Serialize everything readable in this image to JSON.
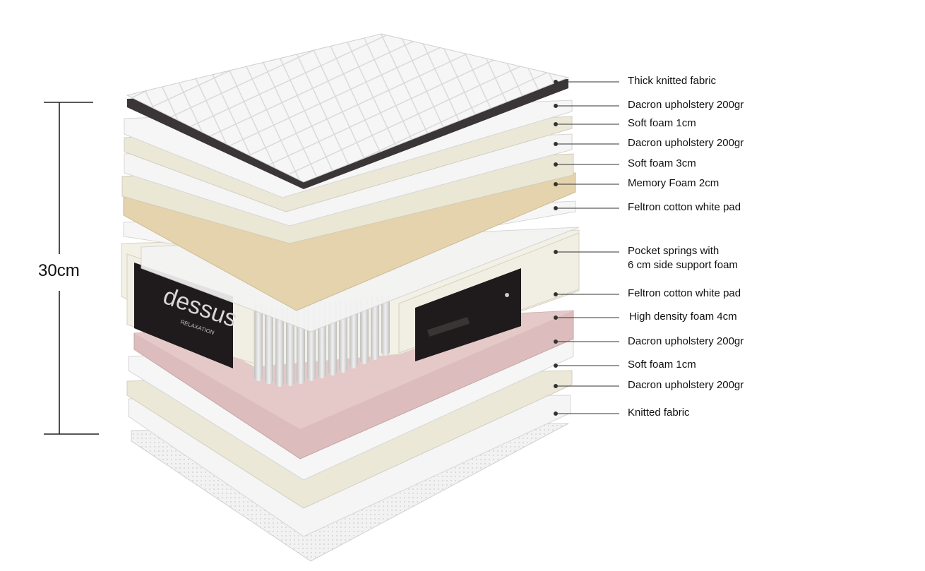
{
  "dimension": {
    "height_label": "30cm"
  },
  "brand": {
    "logo_text": "dessus",
    "logo_subtext": "RELAXATION"
  },
  "colors": {
    "fabric": "#f3f3f3",
    "fabric_edge": "#3a3536",
    "dacron": "#f4f4f4",
    "soft_foam": "#ebe7d6",
    "memory_foam": "#e3d2ab",
    "spring_border": "#f1eee4",
    "high_density_foam": "#d9b9b9",
    "panel_dark": "#1f1a1b",
    "leader_line": "#333333"
  },
  "layers": [
    {
      "id": "thick-knitted-fabric",
      "label": "Thick knitted fabric"
    },
    {
      "id": "dacron-1",
      "label": "Dacron upholstery 200gr"
    },
    {
      "id": "soft-foam-1cm-top",
      "label": "Soft foam 1cm"
    },
    {
      "id": "dacron-2",
      "label": "Dacron upholstery 200gr"
    },
    {
      "id": "soft-foam-3cm",
      "label": "Soft foam 3cm"
    },
    {
      "id": "memory-foam-2cm",
      "label": "Memory Foam 2cm"
    },
    {
      "id": "feltron-top",
      "label": "Feltron cotton white pad"
    },
    {
      "id": "pocket-springs",
      "label": "Pocket springs with",
      "label2": "6 cm side support foam"
    },
    {
      "id": "feltron-bottom",
      "label": "Feltron cotton white pad"
    },
    {
      "id": "high-density-foam",
      "label": "High density foam 4cm"
    },
    {
      "id": "dacron-3",
      "label": "Dacron upholstery 200gr"
    },
    {
      "id": "soft-foam-1cm-bottom",
      "label": "Soft foam 1cm"
    },
    {
      "id": "dacron-4",
      "label": "Dacron upholstery 200gr"
    },
    {
      "id": "knitted-fabric",
      "label": "Knitted fabric"
    }
  ]
}
